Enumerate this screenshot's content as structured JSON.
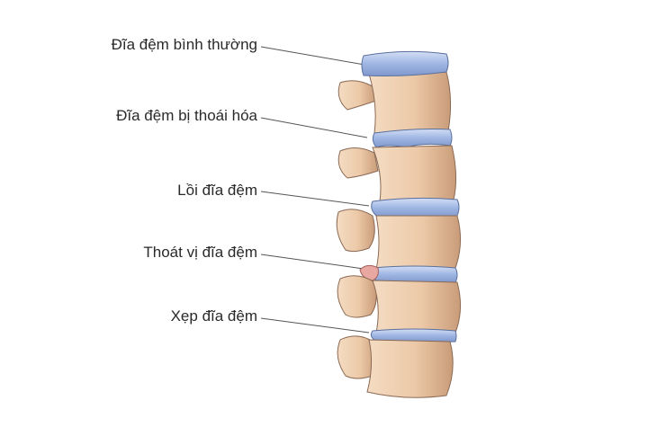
{
  "labels": [
    "Đĩa đệm bình thường",
    "Đĩa đệm bị thoái hóa",
    "Lồi đĩa đệm",
    "Thoát vị đĩa đệm",
    "Xẹp đĩa đệm"
  ],
  "colors": {
    "bone": "#ecc9a8",
    "bone_shadow": "#c79a78",
    "bone_outline": "#8a6a55",
    "disc": "#9fb6e3",
    "disc_light": "#c9d6f2",
    "disc_outline": "#5a6f9c",
    "herniation": "#e9a7a2",
    "leader_line": "#555555"
  }
}
